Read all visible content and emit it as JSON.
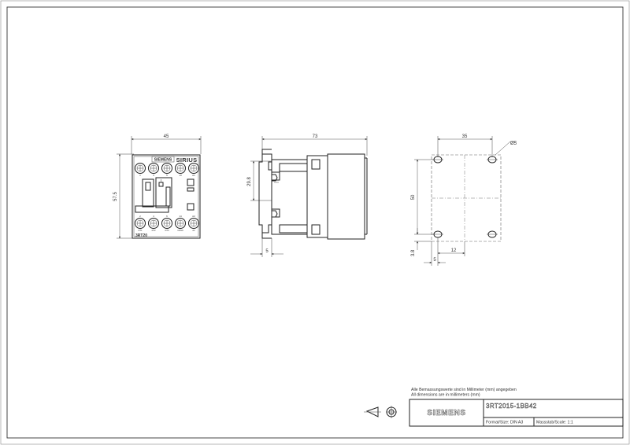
{
  "front_view": {
    "width_dim": "45",
    "height_dim": "57.5",
    "brand_mark": "SIEMENS",
    "product_line": "SIRIUS",
    "model_mark": "3RT20",
    "terminals_top": [
      "1",
      "3",
      "5",
      "13",
      "A1"
    ],
    "terminals_bottom": [
      "2",
      "4",
      "6",
      "14",
      "A2"
    ],
    "marking_bottom": [
      "2/T1",
      "4/T2",
      "6/T3",
      "14/NO",
      "A2"
    ]
  },
  "side_view": {
    "depth_dim": "73",
    "rail_dim": "29.8",
    "offset_dim": "5"
  },
  "mounting_view": {
    "width_dim": "35",
    "height_dim": "50",
    "hole_dim": "Ø5",
    "bottom_dim": "3.8",
    "left_dim": "5",
    "right_dim": "12"
  },
  "title_block": {
    "note_de": "Alle Bemassungswerte sind in Millimeter (mm) angegeben",
    "note_en": "All dimensions are in millimeters (mm)",
    "logo": "SIEMENS",
    "part_number": "3RT2015-1BB42",
    "format_label": "Format/Size: DIN A3",
    "scale_label": "Massstab/Scale: 1:1"
  }
}
